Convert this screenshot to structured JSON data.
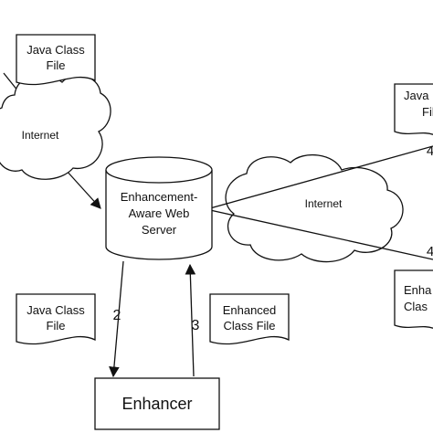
{
  "doc_top_left": {
    "line1": "Java Class",
    "line2": "File"
  },
  "doc_top_right": {
    "line1": "Java",
    "line2": "Fil"
  },
  "doc_mid_left": {
    "line1": "Java Class",
    "line2": "File"
  },
  "doc_enhanced": {
    "line1": "Enhanced",
    "line2": "Class File"
  },
  "doc_bottom_right": {
    "line1": "Enha",
    "line2": "Clas"
  },
  "cloud_left": {
    "label": "Internet"
  },
  "cloud_right": {
    "label": "Internet"
  },
  "server": {
    "line1": "Enhancement-",
    "line2": "Aware Web",
    "line3": "Server"
  },
  "enhancer": {
    "label": "Enhancer"
  },
  "edges": {
    "to_enhancer": "2",
    "to_server": "3",
    "upper_right": "4",
    "lower_right": "4"
  },
  "colors": {
    "stroke": "#111111",
    "fill": "#ffffff"
  }
}
